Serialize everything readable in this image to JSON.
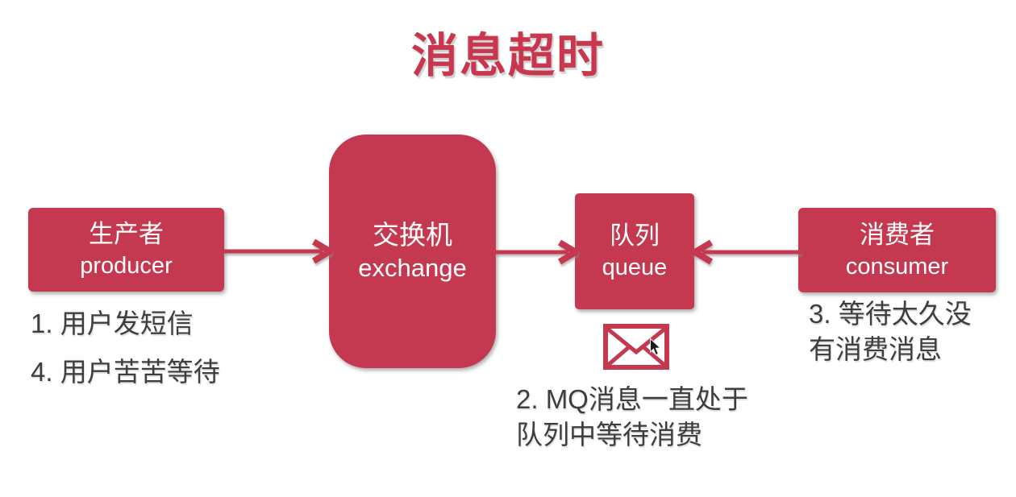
{
  "title": "消息超时",
  "nodes": {
    "producer": {
      "zh": "生产者",
      "en": "producer"
    },
    "exchange": {
      "zh": "交换机",
      "en": "exchange"
    },
    "queue": {
      "zh": "队列",
      "en": "queue"
    },
    "consumer": {
      "zh": "消费者",
      "en": "consumer"
    }
  },
  "annotations": {
    "step1": "1. 用户发短信",
    "step4": "4. 用户苦苦等待",
    "step2": "2. MQ消息一直处于\n队列中等待消费",
    "step3": "3. 等待太久没\n有消费消息"
  },
  "icons": {
    "envelope": "envelope-icon",
    "cursor": "mouse-cursor-icon"
  },
  "flow": {
    "arrow1": "producer-to-exchange",
    "arrow2": "exchange-to-queue",
    "arrow3": "consumer-to-queue"
  },
  "colors": {
    "box_red": "#c4394f",
    "title_red": "#c8374e",
    "text_dark": "#3e3e3e",
    "white": "#ffffff"
  }
}
